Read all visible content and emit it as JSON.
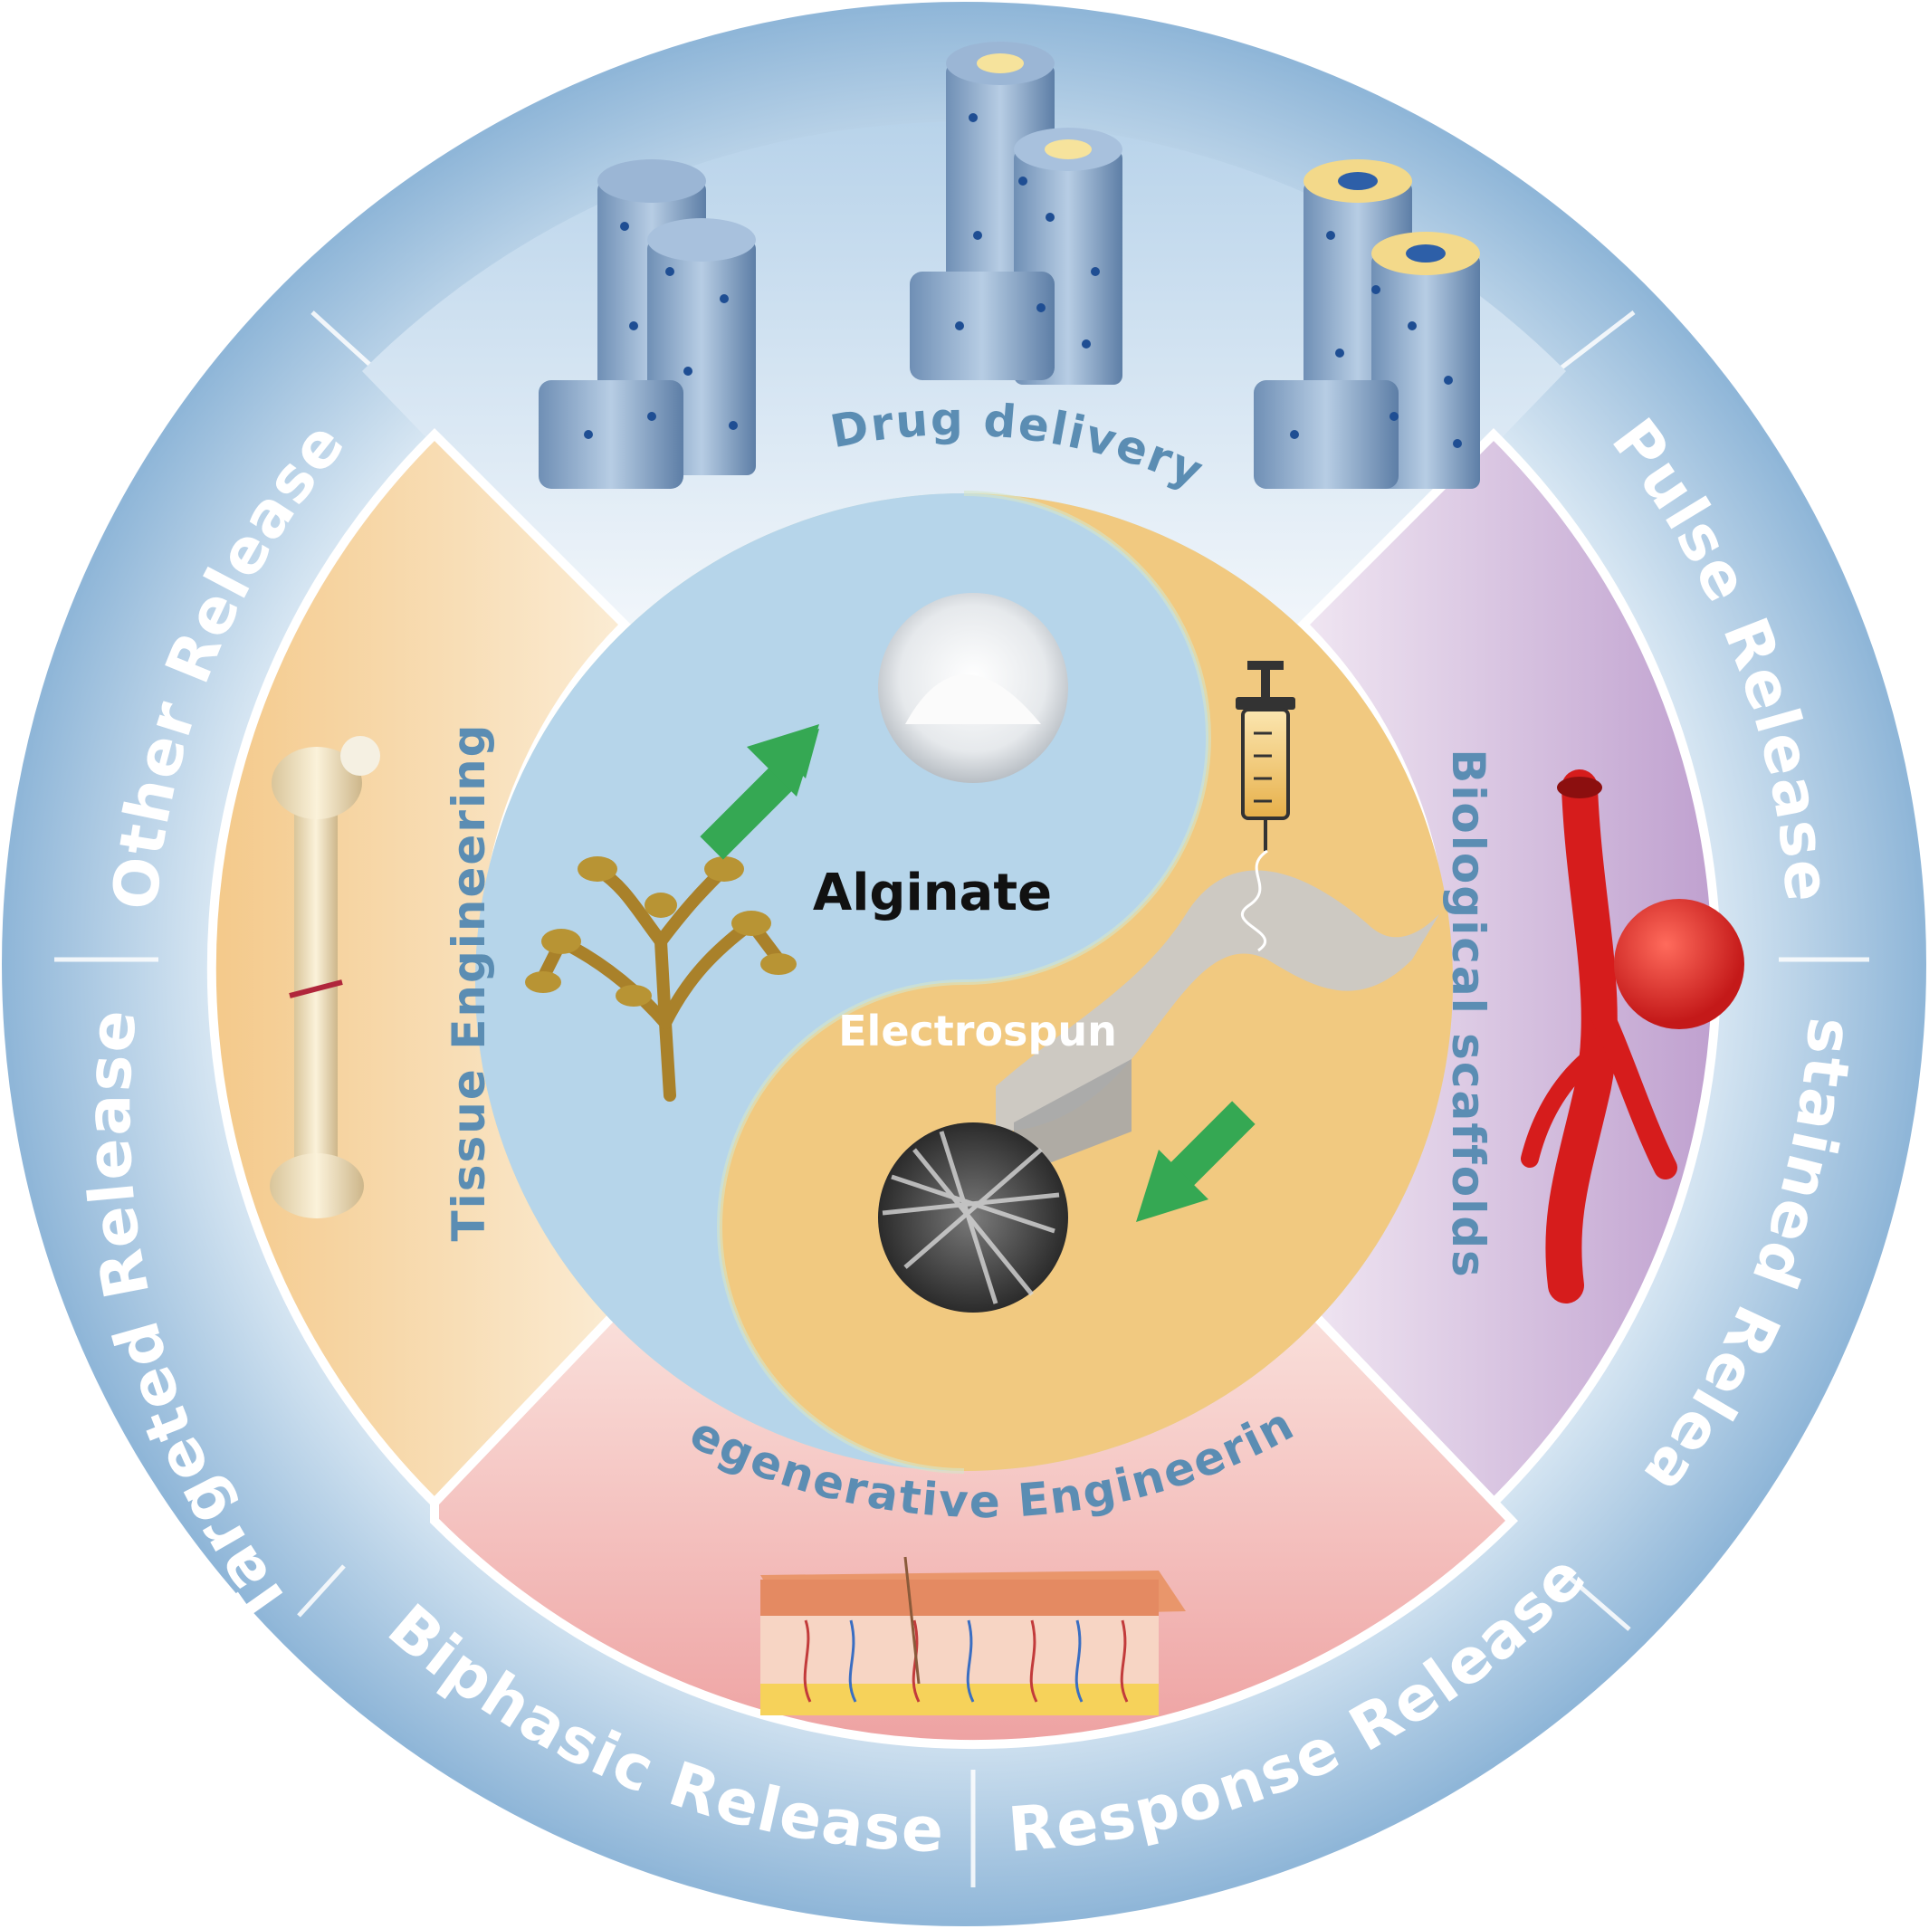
{
  "outer_ring": {
    "other": "Other Release",
    "pulse": "Pulse Release",
    "sustained": "Sustained Release",
    "response": "Response Release",
    "biphasic": "Biphasic Release",
    "targeted": "Targeted Release"
  },
  "middle_ring": {
    "drug_delivery": "Drug delivery",
    "tissue_engineering": "Tissue Engineering",
    "biological_scaffolds": "Biological scaffolds",
    "regenerative_engineering": "Regenerative Engineering"
  },
  "center": {
    "alginate": "Alginate",
    "electrospun": "Electrospun"
  },
  "colors": {
    "outer_ring": "#8fb6d8",
    "drug_delivery_sector": "#dbe8f4",
    "tissue_sector": "#f7d9a6",
    "bio_sector": "#cdb4d9",
    "regen_sector": "#f2b7b7",
    "yin_blue": "#b6d5ea",
    "yang_orange": "#f2c77c",
    "label_blue": "#5b8db3",
    "arrow_green": "#35a853"
  }
}
